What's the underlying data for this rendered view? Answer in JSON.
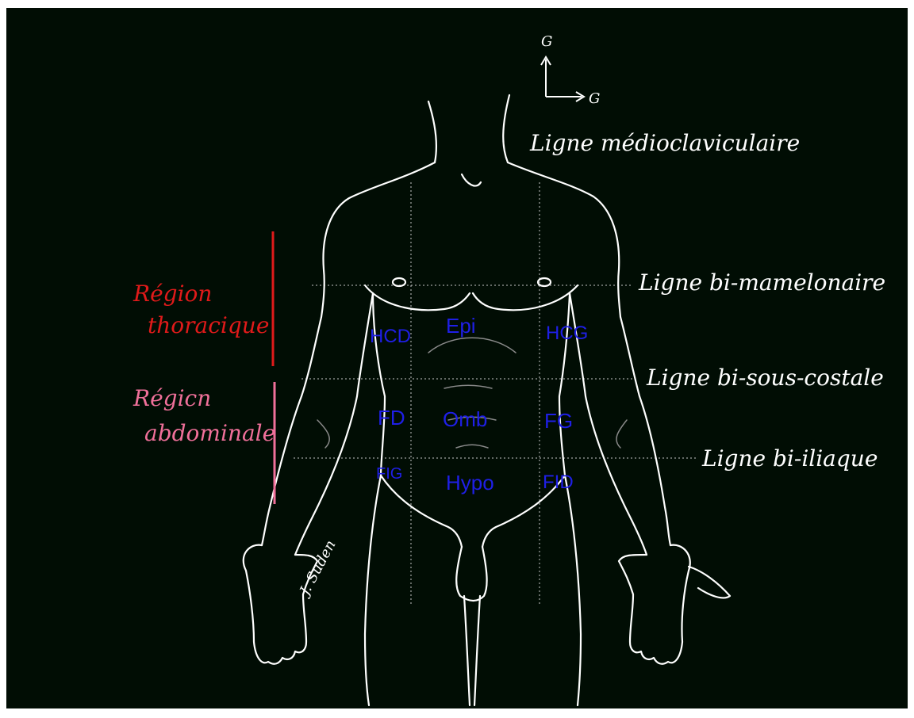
{
  "axes": {
    "up_label": "G",
    "right_label": "G"
  },
  "lines": {
    "medioclaviculaire": "Ligne médioclaviculaire",
    "bi_mamelonaire": "Ligne bi-mamelonaire",
    "bi_sous_costale": "Ligne bi-sous-costale",
    "bi_iliaque": "Ligne bi-iliaque"
  },
  "regions": {
    "thoracique": {
      "line1": "Région",
      "line2": "thoracique",
      "color": "#e01a1a"
    },
    "abdominale": {
      "line1": "Régicn",
      "line2": "abdominale",
      "color": "#f0709a"
    }
  },
  "quadrants": {
    "hcd": "HCD",
    "epi": "Epi",
    "hcg": "HCG",
    "fd": "FD",
    "omb": "Omb",
    "fg": "FG",
    "fig": "FIG",
    "hypo": "Hypo",
    "fid": "FID"
  },
  "signature": "J. Suden",
  "colors": {
    "board": "#010d04",
    "label_blue": "#1f1fe6"
  }
}
